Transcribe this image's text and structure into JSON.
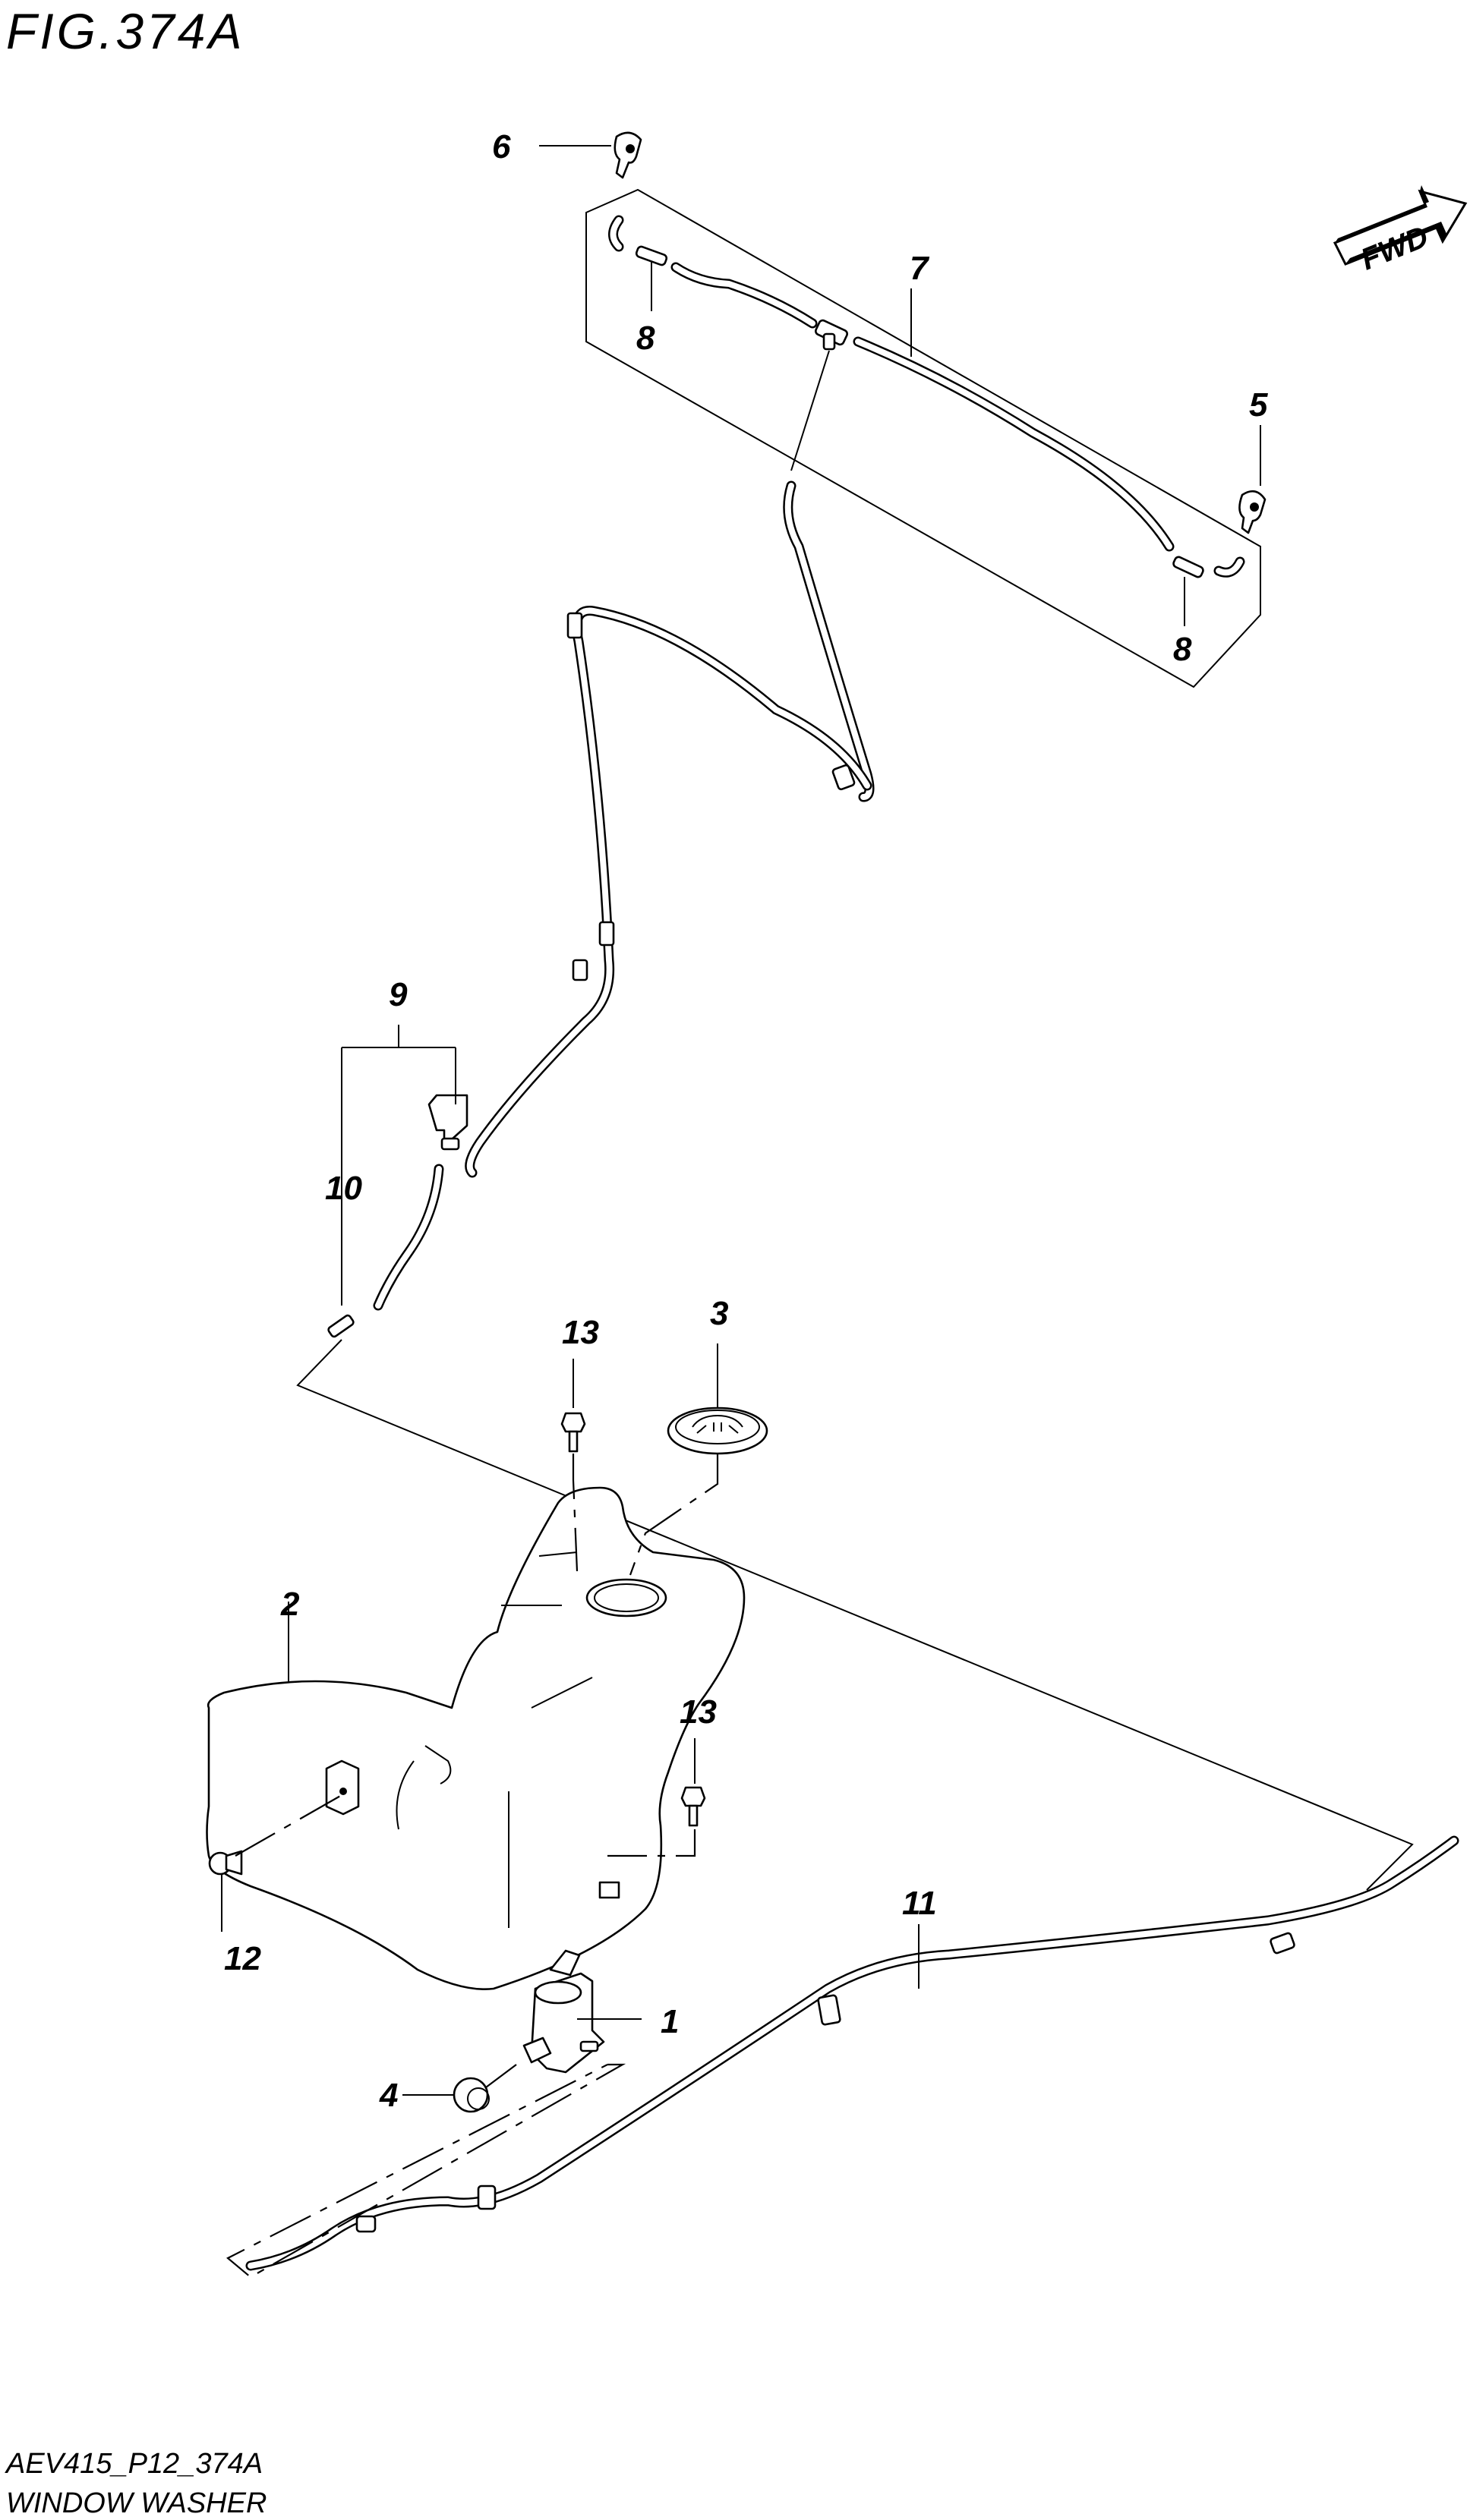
{
  "figure": {
    "title": "FIG.374A"
  },
  "direction_badge": {
    "label": "FWD"
  },
  "callouts": {
    "c1": "1",
    "c2": "2",
    "c3": "3",
    "c4": "4",
    "c5": "5",
    "c6": "6",
    "c7": "7",
    "c8a": "8",
    "c8b": "8",
    "c9": "9",
    "c10": "10",
    "c11": "11",
    "c12": "12",
    "c13a": "13",
    "c13b": "13"
  },
  "footer": {
    "code": "AEV415_P12_374A",
    "caption": "WINDOW WASHER"
  }
}
